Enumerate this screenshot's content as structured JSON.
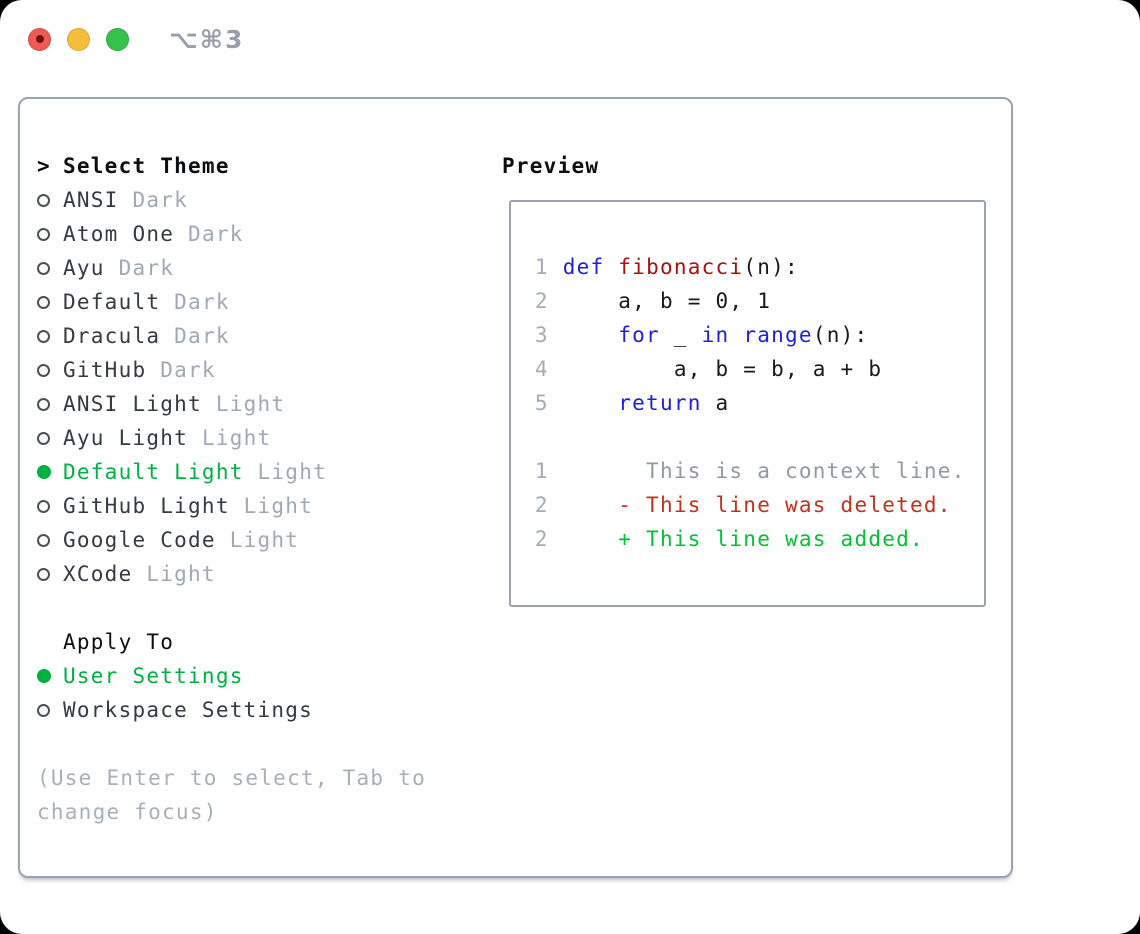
{
  "window": {
    "title": "⌥⌘3",
    "traffic_lights": [
      "close",
      "minimize",
      "zoom"
    ]
  },
  "theme_list": {
    "cursor": ">",
    "header": "Select Theme",
    "items": [
      {
        "name": "ANSI",
        "badge": "Dark",
        "selected": false
      },
      {
        "name": "Atom One",
        "badge": "Dark",
        "selected": false
      },
      {
        "name": "Ayu",
        "badge": "Dark",
        "selected": false
      },
      {
        "name": "Default",
        "badge": "Dark",
        "selected": false
      },
      {
        "name": "Dracula",
        "badge": "Dark",
        "selected": false
      },
      {
        "name": "GitHub",
        "badge": "Dark",
        "selected": false
      },
      {
        "name": "ANSI Light",
        "badge": "Light",
        "selected": false
      },
      {
        "name": "Ayu Light",
        "badge": "Light",
        "selected": false
      },
      {
        "name": "Default Light",
        "badge": "Light",
        "selected": true
      },
      {
        "name": "GitHub Light",
        "badge": "Light",
        "selected": false
      },
      {
        "name": "Google Code",
        "badge": "Light",
        "selected": false
      },
      {
        "name": "XCode",
        "badge": "Light",
        "selected": false
      }
    ]
  },
  "apply_to": {
    "header": "Apply To",
    "options": [
      {
        "label": "User Settings",
        "selected": true
      },
      {
        "label": "Workspace Settings",
        "selected": false
      }
    ]
  },
  "hint": "(Use Enter to select, Tab to change focus)",
  "preview": {
    "header": "Preview",
    "lines": [
      {
        "kind": "code",
        "segments": [
          {
            "text": " 1 ",
            "cls": "lnum"
          },
          {
            "text": "def",
            "cls": "kw"
          },
          {
            "text": " ",
            "cls": "pl"
          },
          {
            "text": "fibonacci",
            "cls": "fn"
          },
          {
            "text": "(n):",
            "cls": "pl"
          }
        ]
      },
      {
        "kind": "code",
        "segments": [
          {
            "text": " 2 ",
            "cls": "lnum"
          },
          {
            "text": "    a, b = 0, 1",
            "cls": "pl"
          }
        ]
      },
      {
        "kind": "code",
        "segments": [
          {
            "text": " 3 ",
            "cls": "lnum"
          },
          {
            "text": "    ",
            "cls": "pl"
          },
          {
            "text": "for",
            "cls": "kw"
          },
          {
            "text": " _ ",
            "cls": "pl"
          },
          {
            "text": "in",
            "cls": "kw"
          },
          {
            "text": " ",
            "cls": "pl"
          },
          {
            "text": "range",
            "cls": "kw"
          },
          {
            "text": "(n):",
            "cls": "pl"
          }
        ]
      },
      {
        "kind": "code",
        "segments": [
          {
            "text": " 4 ",
            "cls": "lnum"
          },
          {
            "text": "        a, b = b, a + b",
            "cls": "pl"
          }
        ]
      },
      {
        "kind": "code",
        "segments": [
          {
            "text": " 5 ",
            "cls": "lnum"
          },
          {
            "text": "    ",
            "cls": "pl"
          },
          {
            "text": "return",
            "cls": "kw"
          },
          {
            "text": " a",
            "cls": "pl"
          }
        ]
      },
      {
        "kind": "blank",
        "segments": []
      },
      {
        "kind": "context",
        "segments": [
          {
            "text": " 1 ",
            "cls": "lnum"
          },
          {
            "text": "      This is a context line.",
            "cls": "ctx"
          }
        ]
      },
      {
        "kind": "deleted",
        "segments": [
          {
            "text": " 2 ",
            "cls": "lnum"
          },
          {
            "text": "    - This line was deleted.",
            "cls": "del"
          }
        ]
      },
      {
        "kind": "added",
        "segments": [
          {
            "text": " 2 ",
            "cls": "lnum"
          },
          {
            "text": "    + This line was added.",
            "cls": "add"
          }
        ]
      }
    ]
  },
  "colors": {
    "panel_border": "#9ba3ae",
    "selected_green": "#00b140",
    "added_green": "#00c235",
    "deleted_red": "#c1311f",
    "keyword_blue": "#1e1ee0",
    "function_red": "#a81111",
    "muted_gray": "#9fa9b6",
    "traffic_red": "#ef5a52",
    "traffic_yellow": "#f6bd3b",
    "traffic_green": "#36c14c"
  }
}
